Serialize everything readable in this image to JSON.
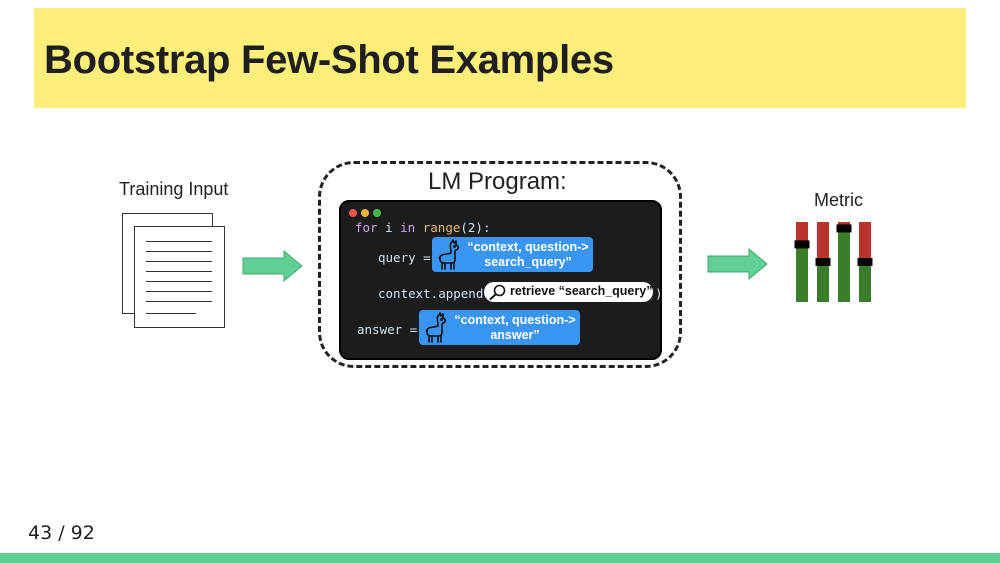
{
  "slide": {
    "title": "Bootstrap Few-Shot Examples",
    "page_number": "43 / 92"
  },
  "diagram": {
    "training_input_label": "Training Input",
    "program_label": "LM Program:",
    "metric_label": "Metric",
    "code": {
      "window_dot_colors": [
        "#e8574c",
        "#e8b43b",
        "#43b84a"
      ],
      "line1": {
        "kw_for": "for",
        "var": " i ",
        "kw_in": "in",
        "fn": " range",
        "rest": "(2):"
      },
      "line2_lhs": "query =",
      "line3_call": "context.append(",
      "line3_close": ")",
      "line4_lhs": "answer =",
      "chip1": {
        "line1": "“context, question->",
        "line2": "search_query”"
      },
      "chip2": {
        "line1": "“context, question->",
        "line2": "answer”"
      },
      "retrieve_text": "retrieve “search_query”"
    },
    "colors": {
      "title_band": "#fbef7a",
      "arrow_fill": "#62cf94",
      "chip_blue": "#3a95f2",
      "metric_green": "#3a7d2a",
      "metric_red": "#b8332a",
      "footer_green": "#5ecf8f"
    },
    "metric_bars": [
      {
        "green_fraction": 0.72
      },
      {
        "green_fraction": 0.5
      },
      {
        "green_fraction": 0.92
      },
      {
        "green_fraction": 0.5
      }
    ]
  }
}
